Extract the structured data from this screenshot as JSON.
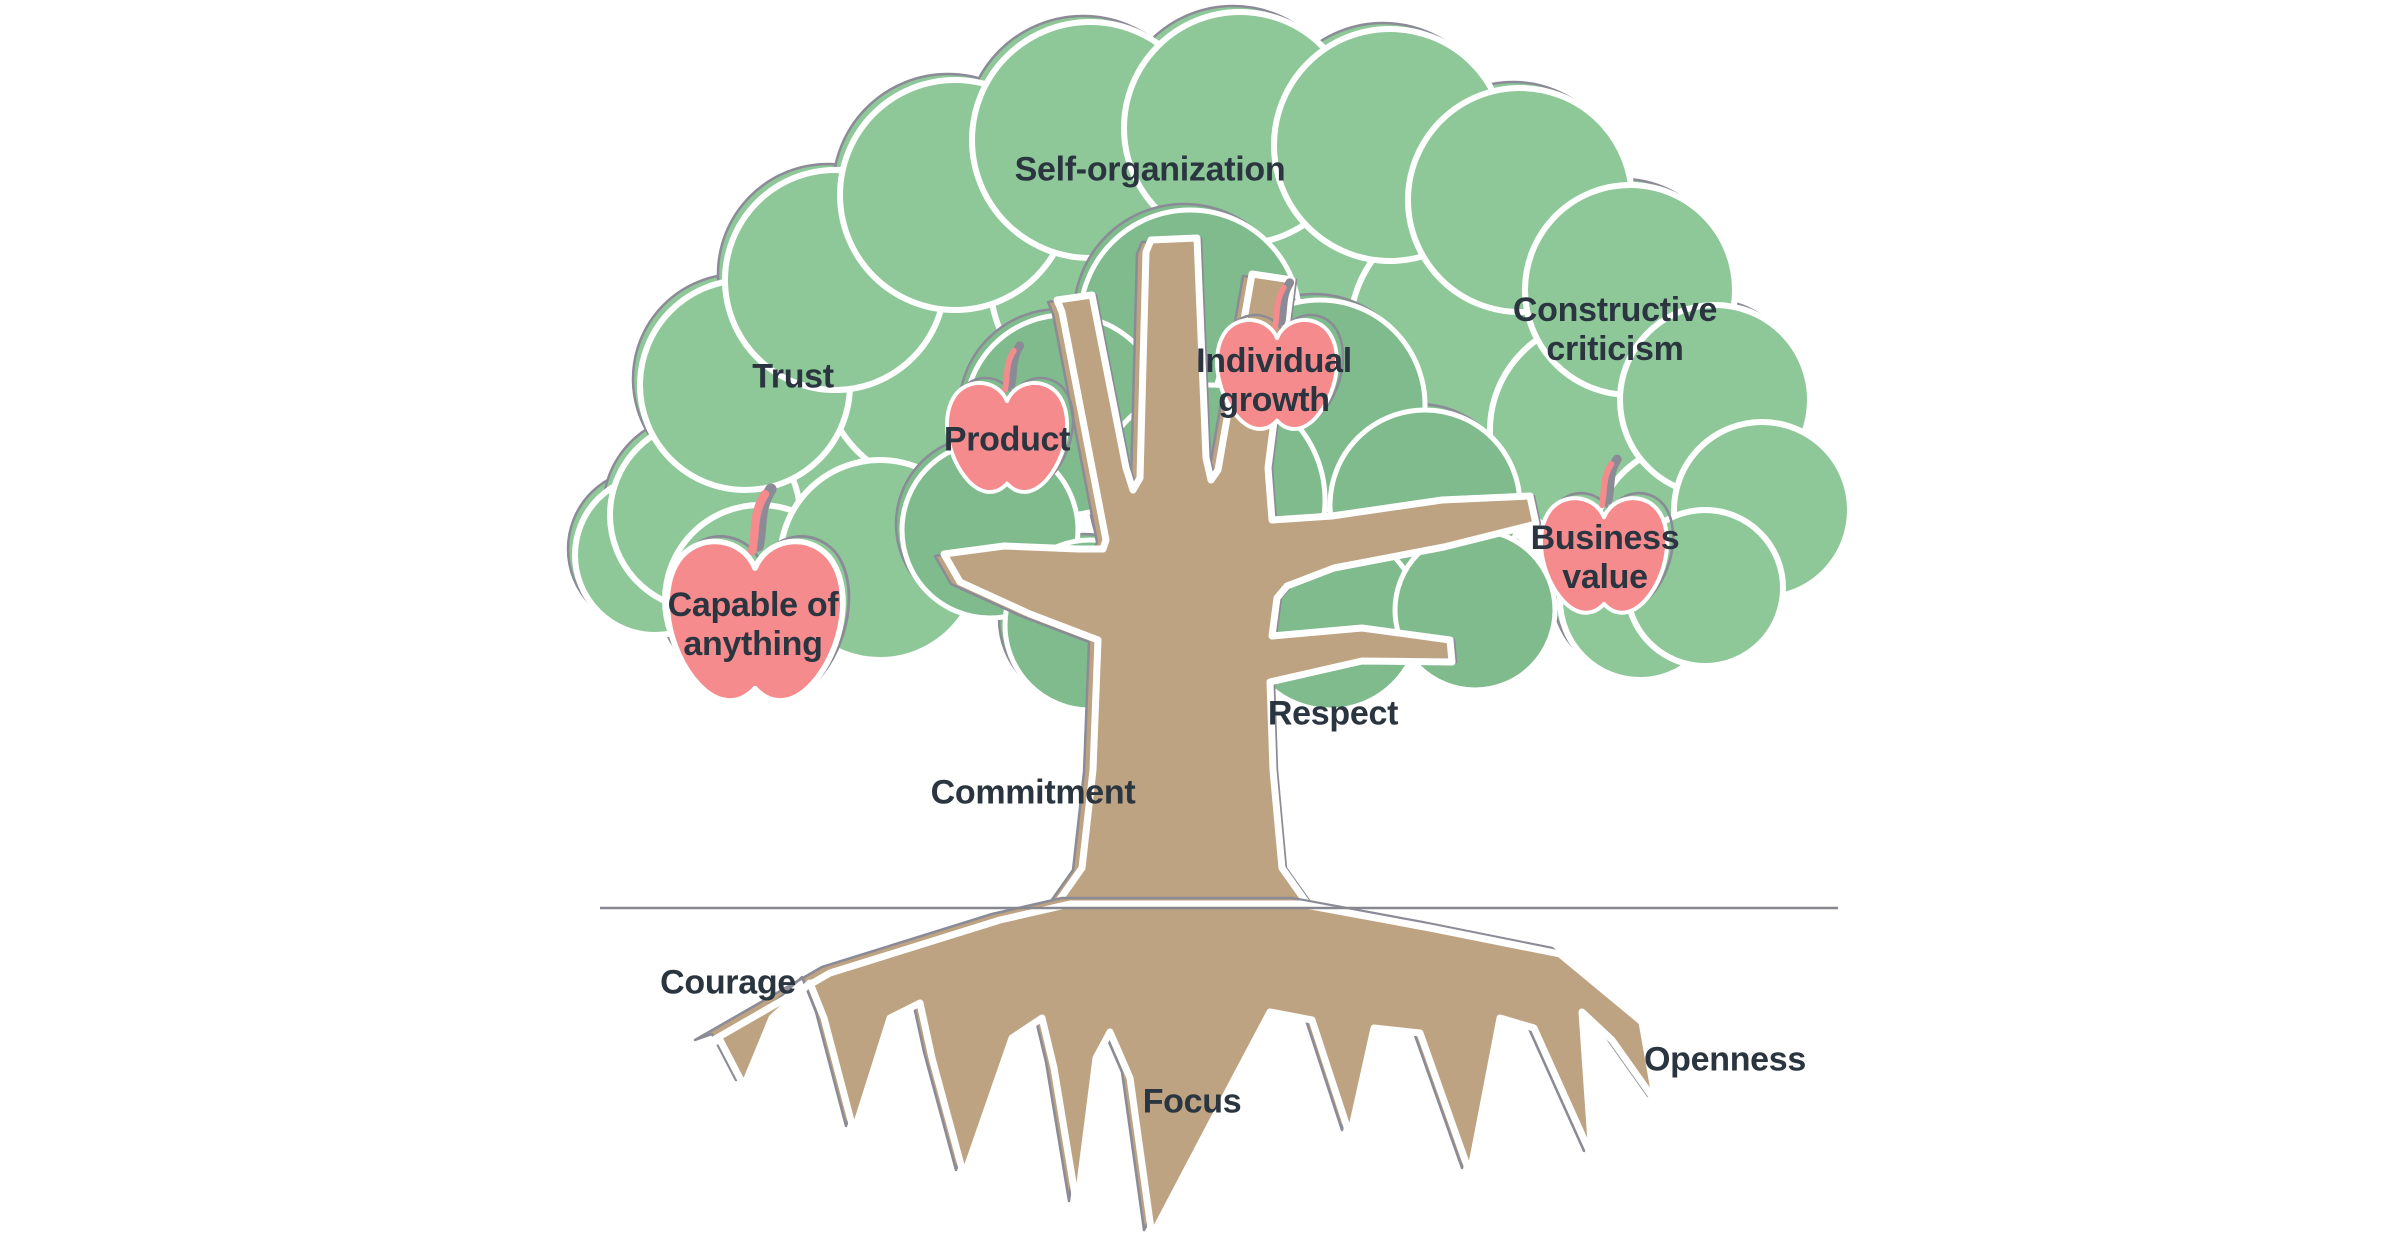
{
  "tree": {
    "canopy": {
      "self_organization": "Self-organization",
      "trust": "Trust",
      "constructive_criticism": "Constructive\ncriticism"
    },
    "apples": {
      "capable_of_anything": "Capable of\nanything",
      "product": "Product",
      "individual_growth": "Individual\ngrowth",
      "business_value": "Business\nvalue"
    },
    "trunk": {
      "commitment": "Commitment",
      "respect": "Respect"
    },
    "roots": {
      "courage": "Courage",
      "focus": "Focus",
      "openness": "Openness"
    },
    "colors": {
      "foliage_light": "#8ec898",
      "foliage_dark": "#7fbb8c",
      "wood": "#bda381",
      "apple": "#f58b8d",
      "outline": "#8b8b97",
      "ground_line": "#87878f",
      "text": "#2a3540"
    }
  }
}
